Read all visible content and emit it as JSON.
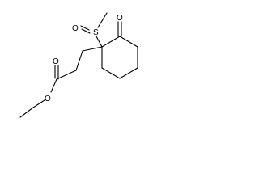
{
  "structure": {
    "atoms": {
      "sulfur": "S",
      "sulfoxide_oxygen": "O",
      "ketone_oxygen": "O",
      "ester_carbonyl_oxygen": "O",
      "ester_ether_oxygen": "O"
    },
    "colors": {
      "bond": "#000000",
      "label": "#000000",
      "background": "#ffffff"
    }
  }
}
